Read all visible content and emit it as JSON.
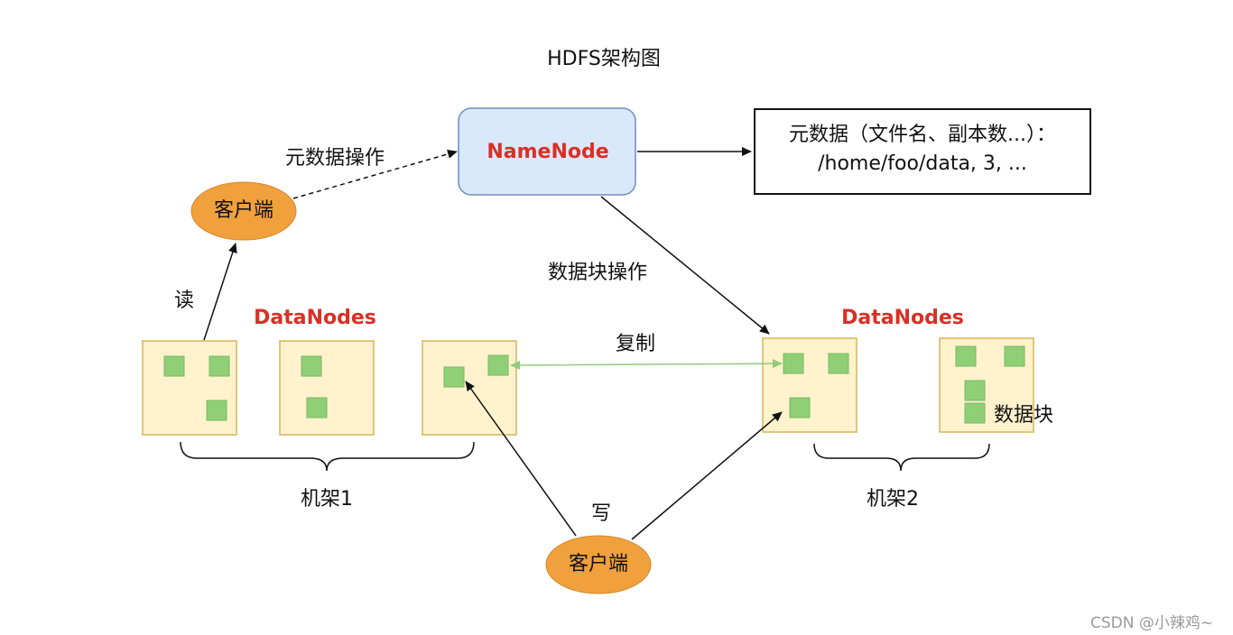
{
  "title": "HDFS架构图",
  "namenode": {
    "label": "NameNode"
  },
  "metadata": {
    "line1": "元数据（文件名、副本数...）：",
    "line2": "/home/foo/data, 3, ..."
  },
  "client_top": {
    "label": "客户端"
  },
  "client_bottom": {
    "label": "客户端"
  },
  "labels": {
    "metadata_ops": "元数据操作",
    "block_ops": "数据块操作",
    "read": "读",
    "write": "写",
    "replicate": "复制",
    "datanodes_left": "DataNodes",
    "datanodes_right": "DataNodes",
    "rack1": "机架1",
    "rack2": "机架2",
    "data_block": "数据块"
  },
  "watermark": "CSDN @小辣鸡~",
  "colors": {
    "namenode_fill": "#dae8fc",
    "namenode_stroke": "#6c8ebf",
    "client_fill": "#f0a03c",
    "datanode_fill": "#fff2cc",
    "datanode_stroke": "#d6b656",
    "block_fill": "#8fcf76",
    "replicate_line": "#90cc78",
    "red_text": "#d93025"
  }
}
